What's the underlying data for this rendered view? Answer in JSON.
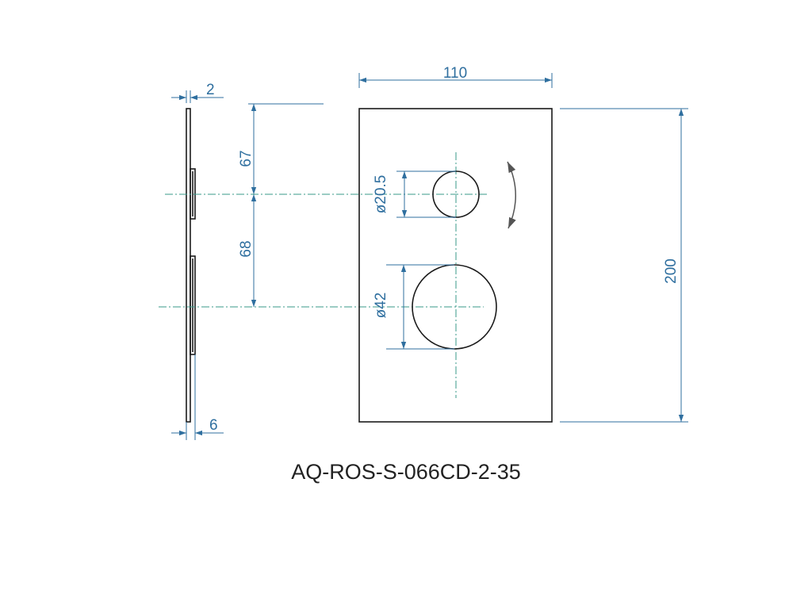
{
  "drawing": {
    "dimensions": {
      "thickness_top": "2",
      "thickness_bottom": "6",
      "offset_top": "67",
      "offset_middle": "68",
      "width": "110",
      "height": "200",
      "small_diameter": "ø20.5",
      "large_diameter": "ø42"
    },
    "colors": {
      "dimension": "#2f6f9f",
      "centerline": "#3a9a8a",
      "outline": "#1a1a1a"
    }
  },
  "model_code": "AQ-ROS-S-066CD-2-35"
}
